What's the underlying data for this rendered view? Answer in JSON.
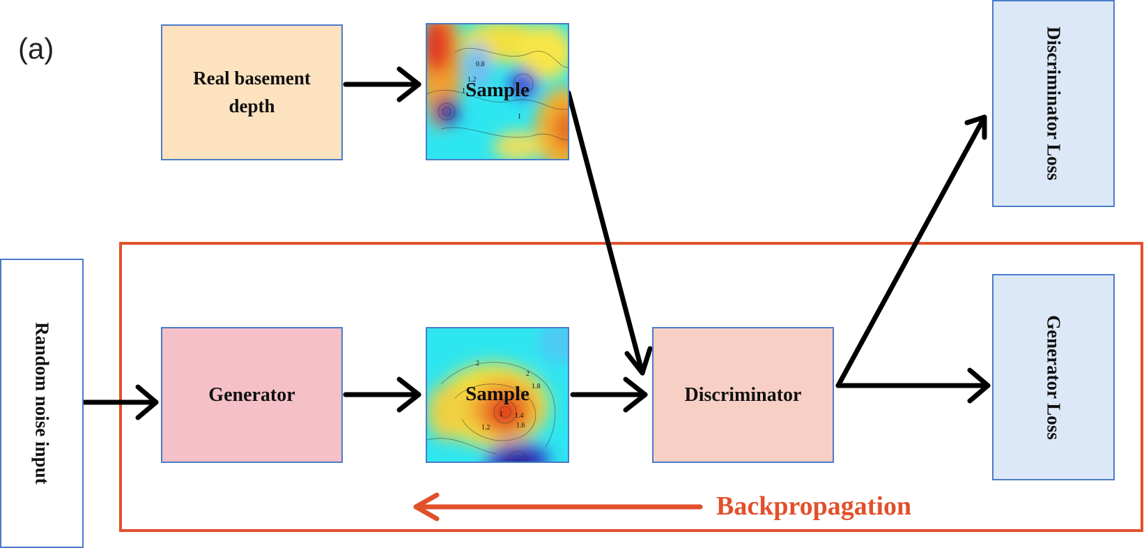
{
  "panel_label": "(a)",
  "nodes": {
    "real_depth": {
      "line1": "Real basement",
      "line2": "depth"
    },
    "sample_top": {
      "label": "Sample",
      "contours": [
        "0.8",
        "1.2",
        "1",
        "1"
      ]
    },
    "random_noise": {
      "label": "Random  noise input"
    },
    "generator": {
      "label": "Generator"
    },
    "sample_bottom": {
      "label": "Sample",
      "contours": [
        "2",
        "2",
        "1.8",
        "1.4",
        "1",
        "1.2",
        "1.6"
      ]
    },
    "discriminator": {
      "label": "Discriminator"
    },
    "discriminator_loss": {
      "label": "Discriminator Loss"
    },
    "generator_loss": {
      "label": "Generator Loss"
    }
  },
  "backpropagation": {
    "label": "Backpropagation"
  },
  "colors": {
    "box_border": "#4a7bc8",
    "real_depth_fill": "#fde2bf",
    "generator_fill": "#f5c0c8",
    "discriminator_fill": "#f8cfc5",
    "loss_fill": "#dce8f7",
    "backprop": "#e2502b",
    "arrow": "#000000"
  }
}
